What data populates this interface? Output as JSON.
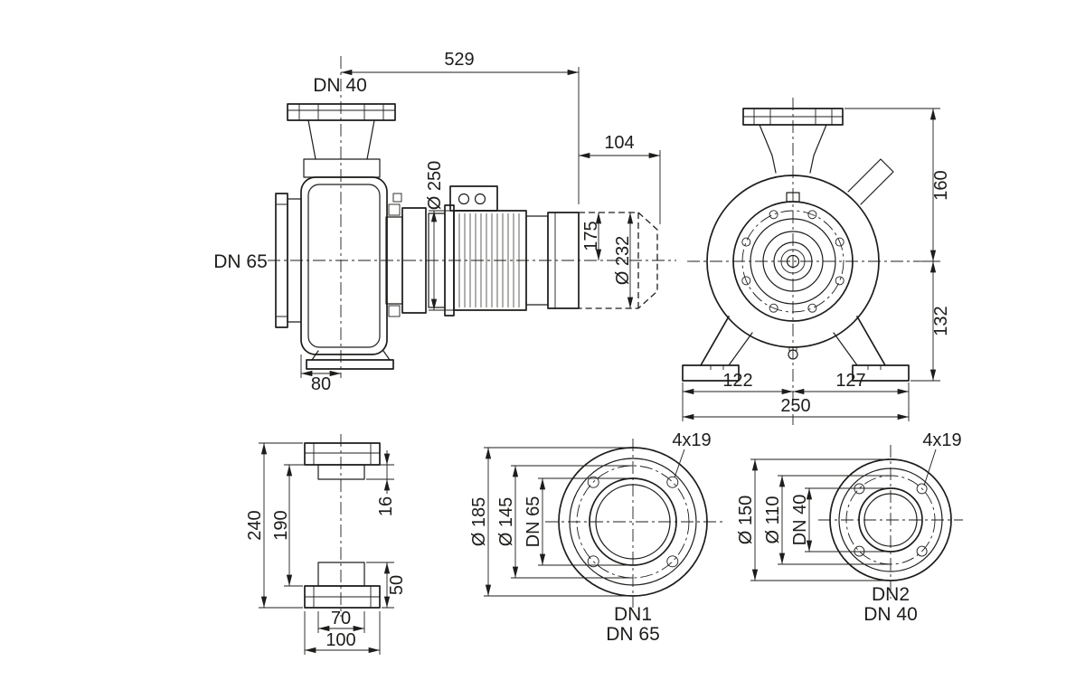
{
  "side_view": {
    "dim_total_length": "529",
    "discharge_flange": "DN 40",
    "suction_flange": "DN 65",
    "dim_motor_extension": "104",
    "dim_motor_diameter": "Ø 250",
    "dim_175": "175",
    "dim_motor_variant_diameter": "Ø 232",
    "dim_foot_offset": "80"
  },
  "front_view": {
    "dim_height_top": "160",
    "dim_height_bottom": "132",
    "dim_foot_left": "122",
    "dim_foot_right": "127",
    "dim_foot_total": "250"
  },
  "foot_view": {
    "dim_overall": "240",
    "dim_inner": "190",
    "dim_plate_thickness": "16",
    "dim_base_height": "50",
    "dim_slot_width": "70",
    "dim_base_width": "100"
  },
  "flange_dn65": {
    "bolt_holes": "4x19",
    "dim_outer": "Ø 185",
    "dim_bolt_circle": "Ø 145",
    "dim_bore": "DN 65",
    "label_code": "DN1",
    "label_size": "DN 65"
  },
  "flange_dn40": {
    "bolt_holes": "4x19",
    "dim_outer": "Ø 150",
    "dim_bolt_circle": "Ø 110",
    "dim_bore": "DN 40",
    "label_code": "DN2",
    "label_size": "DN 40"
  }
}
